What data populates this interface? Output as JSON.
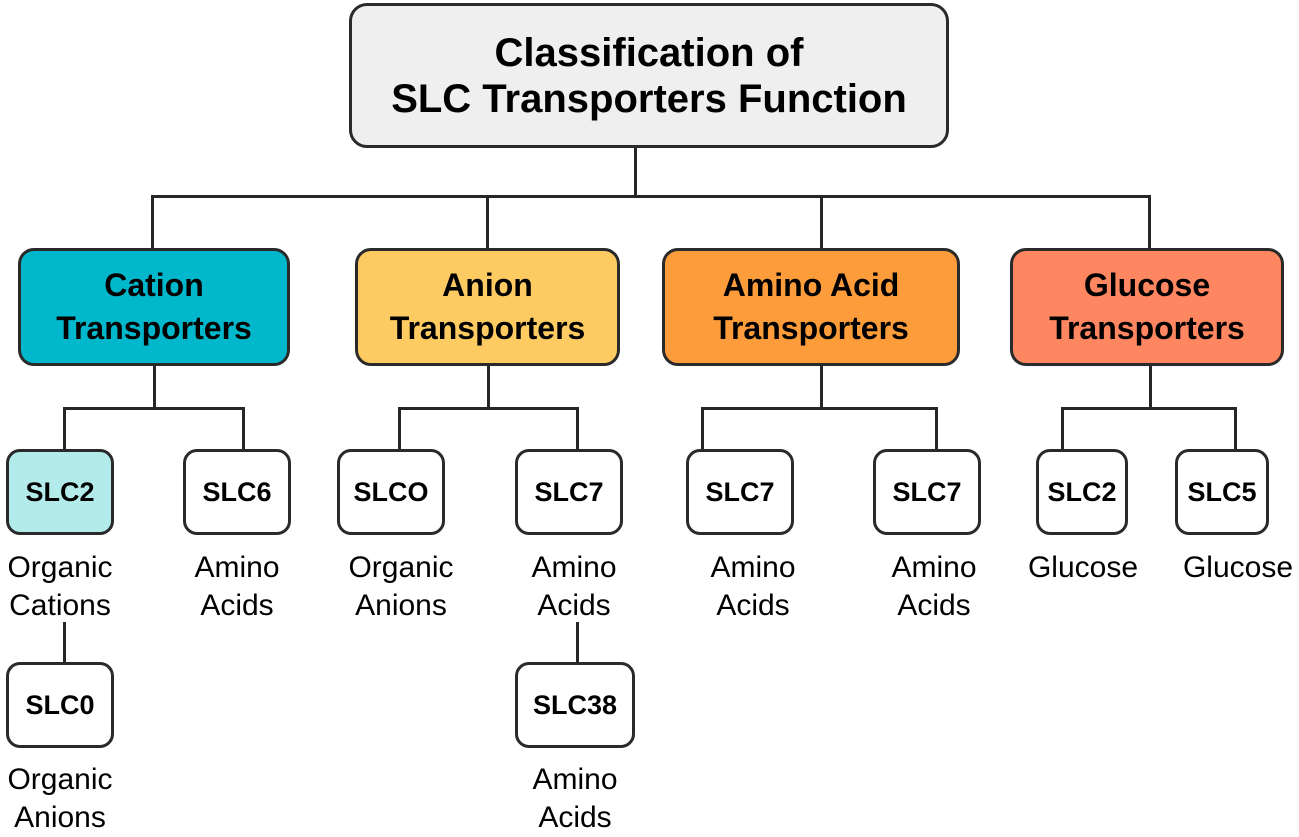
{
  "title": "Classification of SLC Transporters Function",
  "title_lines": [
    "Classification of",
    "SLC Transporters Function"
  ],
  "categories": [
    {
      "lines": [
        "Cation",
        "Transporters"
      ],
      "color": "#00B7CC",
      "children": [
        {
          "name": "SLC2",
          "desc": [
            "Organic",
            "Cations"
          ],
          "highlight": "#B3EBEA",
          "children": [
            {
              "name": "SLC0",
              "desc": [
                "Organic",
                "Anions"
              ]
            }
          ]
        },
        {
          "name": "SLC6",
          "desc": [
            "Amino",
            "Acids"
          ]
        }
      ]
    },
    {
      "lines": [
        "Anion",
        "Transporters"
      ],
      "color": "#FDCB62",
      "children": [
        {
          "name": "SLCO",
          "desc": [
            "Organic",
            "Anions"
          ]
        },
        {
          "name": "SLC7",
          "desc": [
            "Amino",
            "Acids"
          ],
          "children": [
            {
              "name": "SLC38",
              "desc": [
                "Amino",
                "Acids"
              ]
            }
          ]
        }
      ]
    },
    {
      "lines": [
        "Amino Acid",
        "Transporters"
      ],
      "color": "#FD9C3A",
      "children": [
        {
          "name": "SLC7",
          "desc": [
            "Amino",
            "Acids"
          ]
        },
        {
          "name": "SLC7",
          "desc": [
            "Amino",
            "Acids"
          ]
        }
      ]
    },
    {
      "lines": [
        "Glucose",
        "Transporters"
      ],
      "color": "#FE8660",
      "children": [
        {
          "name": "SLC2",
          "desc": [
            "Glucose"
          ]
        },
        {
          "name": "SLC5",
          "desc": [
            "Glucose"
          ]
        }
      ]
    }
  ]
}
